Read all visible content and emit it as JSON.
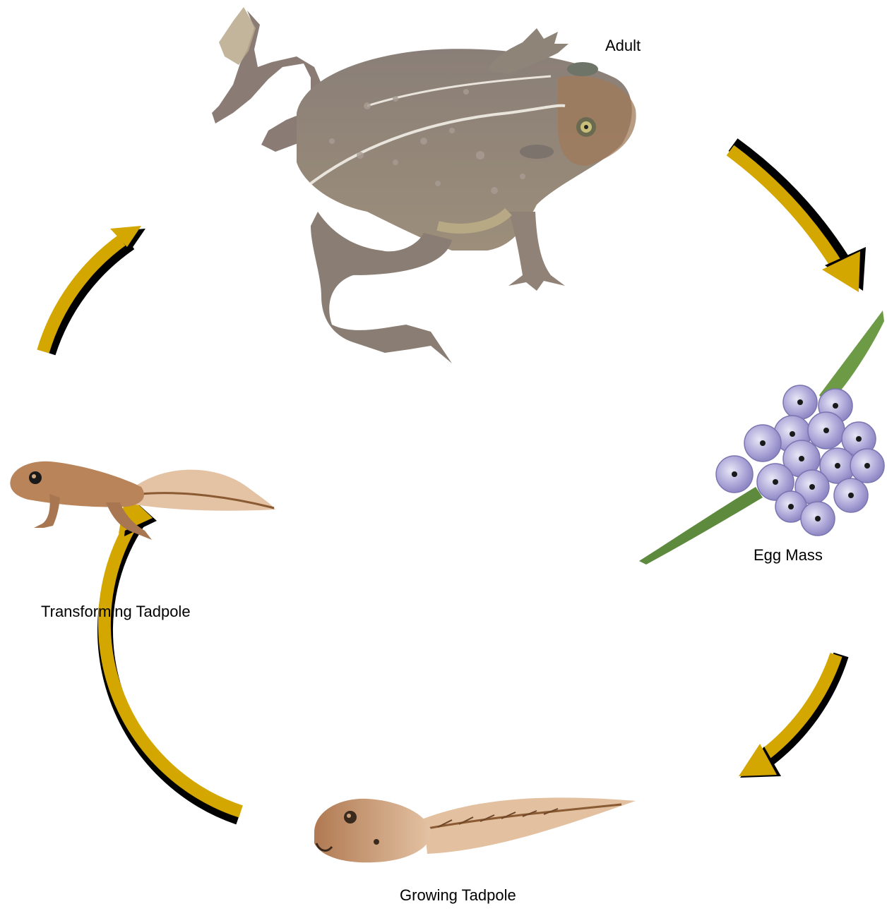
{
  "diagram": {
    "title": "",
    "stages": [
      {
        "key": "adult",
        "label": "Adult",
        "illustration": "adult-toad"
      },
      {
        "key": "egg_mass",
        "label": "Egg Mass",
        "illustration": "egg-mass"
      },
      {
        "key": "growing_tadpole",
        "label": "Growing Tadpole",
        "illustration": "growing-tadpole"
      },
      {
        "key": "transforming_tadpole",
        "label": "Transforming Tadpole",
        "illustration": "transforming-tadpole"
      }
    ],
    "arrows": [
      {
        "from": "Adult",
        "to": "Egg Mass"
      },
      {
        "from": "Egg Mass",
        "to": "Growing Tadpole"
      },
      {
        "from": "Growing Tadpole",
        "to": "Transforming Tadpole"
      },
      {
        "from": "Transforming Tadpole",
        "to": "Adult"
      }
    ],
    "colors": {
      "arrow": "#D4A600",
      "arrow_shadow": "#000000",
      "toad_body": "#8E8176",
      "egg": "#A9A3D6",
      "plant": "#5E8A3E",
      "tadpole": "#B9845A"
    }
  }
}
